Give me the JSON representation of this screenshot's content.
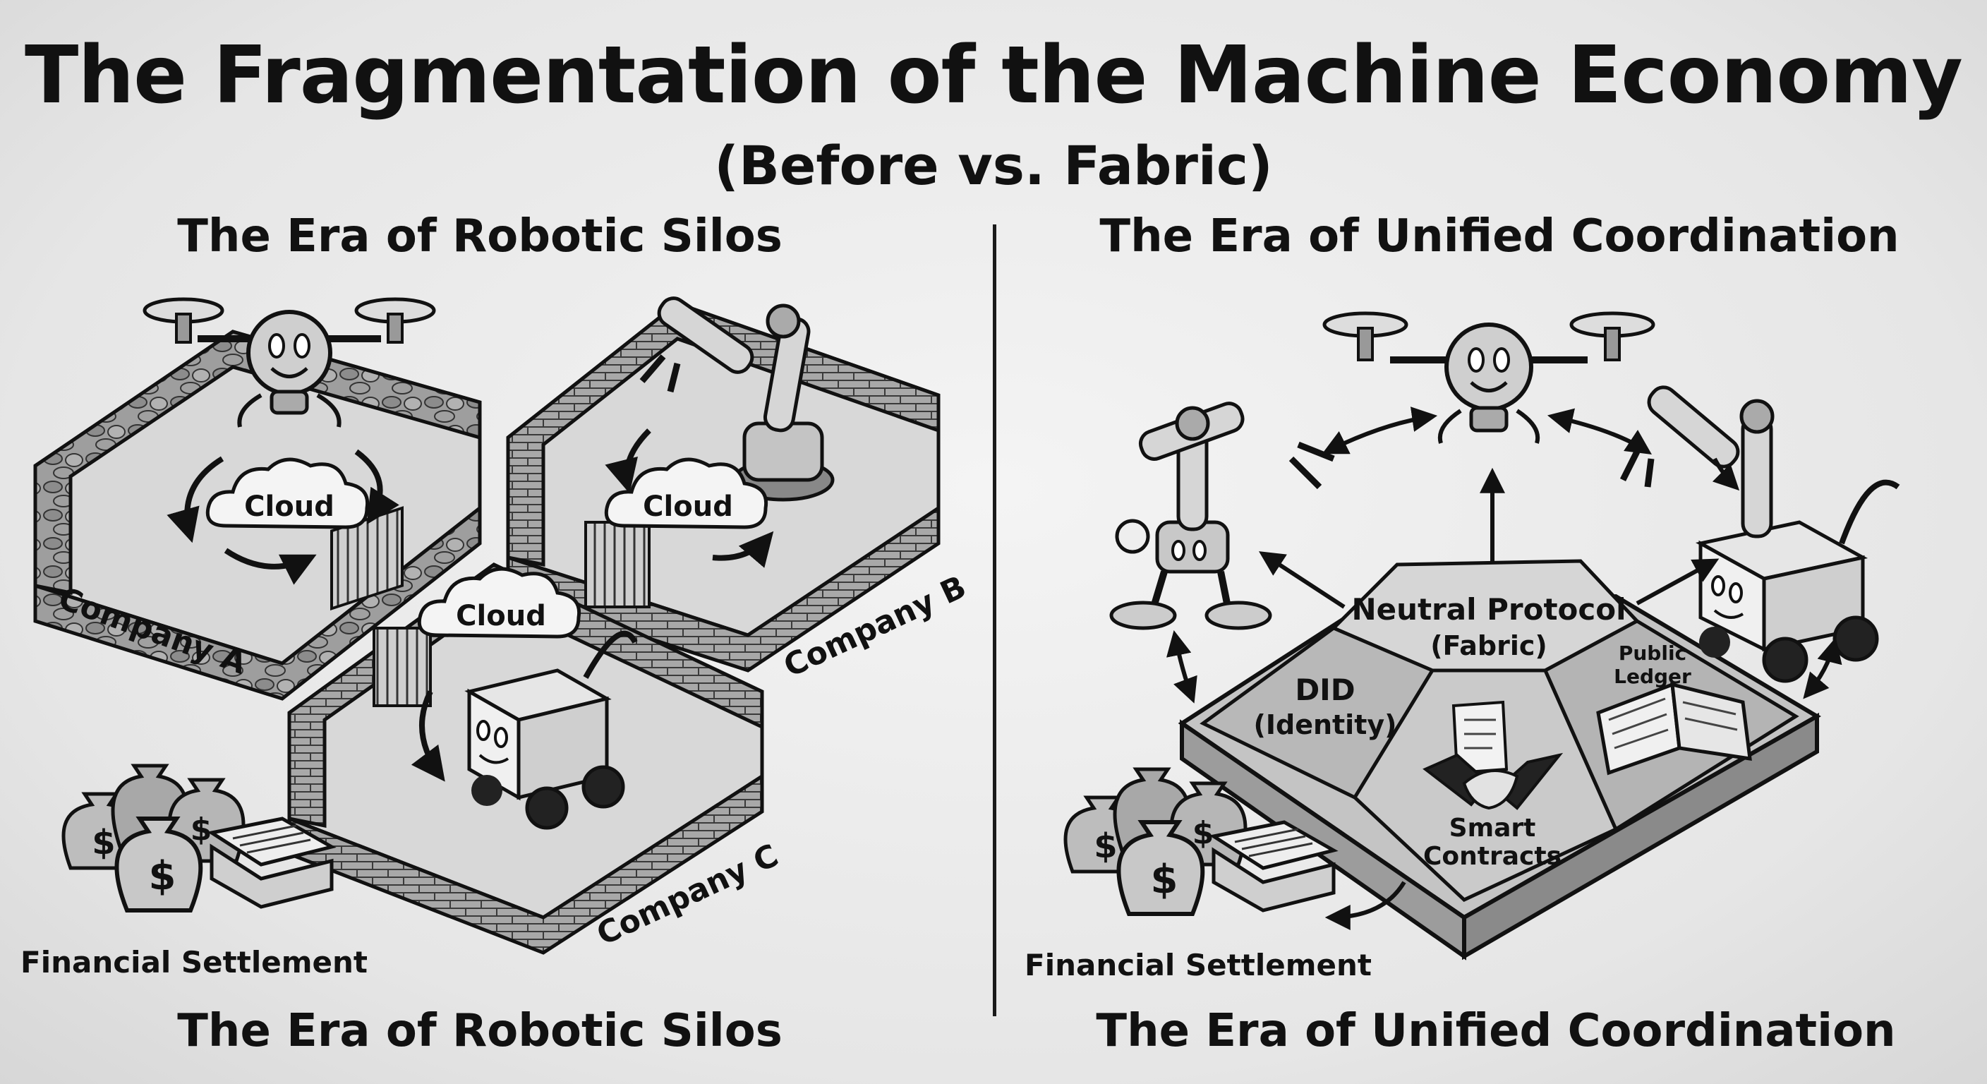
{
  "title": "The Fragmentation of the Machine Economy",
  "subtitle": "(Before vs. Fabric)",
  "left": {
    "heading_top": "The Era of Robotic Silos",
    "heading_bottom": "The Era of Robotic Silos",
    "companies": [
      "Company A",
      "Company B",
      "Company C"
    ],
    "cloud_label": "Cloud",
    "settlement": "Financial Settlement"
  },
  "right": {
    "heading_top": "The Era of Unified Coordination",
    "heading_bottom": "The Era of Unified Coordination",
    "protocol_line1": "Neutral Protocol",
    "protocol_line2": "(Fabric)",
    "did_line1": "DID",
    "did_line2": "(Identity)",
    "ledger_line1": "Public",
    "ledger_line2": "Ledger",
    "contracts_line1": "Smart",
    "contracts_line2": "Contracts",
    "settlement": "Financial Settlement"
  },
  "icons": [
    "drone-icon",
    "robot-arm-icon",
    "cart-robot-icon",
    "cloud-icon",
    "money-bag-icon",
    "ledger-book-icon",
    "handshake-icon",
    "scroll-icon"
  ],
  "colors": {
    "background": "#e9e9e9",
    "ink": "#111111",
    "wall": "#9a9a9a",
    "platform": "#bdbdbd"
  }
}
